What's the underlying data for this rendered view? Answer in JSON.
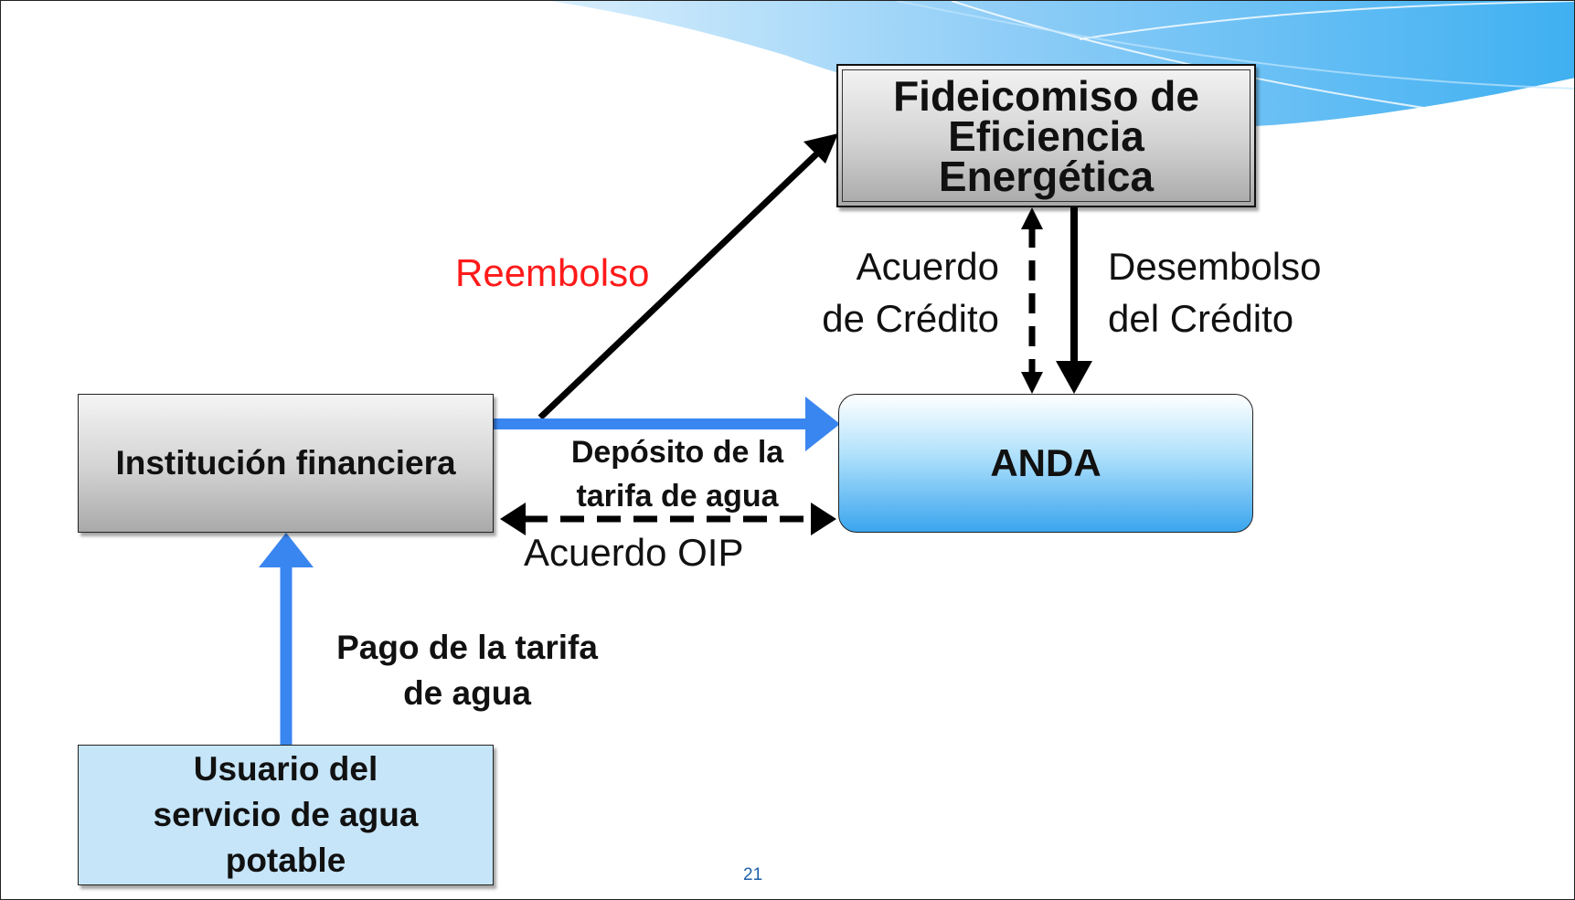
{
  "diagram": {
    "nodes": {
      "fideicomiso": "Fideicomiso de Eficiencia Energética",
      "institucion": "Institución financiera",
      "anda": "ANDA",
      "usuario": "Usuario del servicio de agua potable"
    },
    "edges": {
      "reembolso": "Reembolso",
      "acuerdo_credito": "Acuerdo de Crédito",
      "desembolso": "Desembolso del Crédito",
      "deposito": "Depósito de la tarifa de agua",
      "acuerdo_oip": "Acuerdo OIP",
      "pago": "Pago de la tarifa de agua"
    },
    "colors": {
      "blue_flow": "#3a86f0",
      "black_flow": "#000000",
      "reembolso_text": "#ff1a1a",
      "anda_fill": "#3aa5ee",
      "usuario_fill": "#c6e5f9"
    }
  },
  "page_number": "21"
}
